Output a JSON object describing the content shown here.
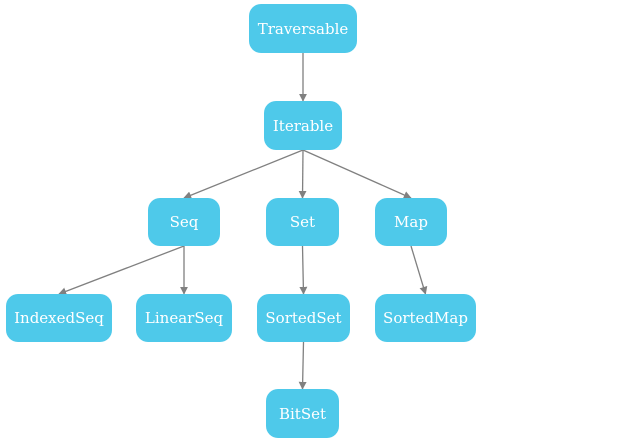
{
  "diagram": {
    "colors": {
      "node_fill": "#4ec9ea",
      "node_text": "#ffffff",
      "edge": "#808080"
    },
    "nodes": {
      "traversable": "Traversable",
      "iterable": "Iterable",
      "seq": "Seq",
      "set": "Set",
      "map": "Map",
      "indexedseq": "IndexedSeq",
      "linearseq": "LinearSeq",
      "sortedset": "SortedSet",
      "sortedmap": "SortedMap",
      "bitset": "BitSet"
    },
    "edges": [
      [
        "traversable",
        "iterable"
      ],
      [
        "iterable",
        "seq"
      ],
      [
        "iterable",
        "set"
      ],
      [
        "iterable",
        "map"
      ],
      [
        "seq",
        "indexedseq"
      ],
      [
        "seq",
        "linearseq"
      ],
      [
        "set",
        "sortedset"
      ],
      [
        "map",
        "sortedmap"
      ],
      [
        "sortedset",
        "bitset"
      ]
    ]
  }
}
